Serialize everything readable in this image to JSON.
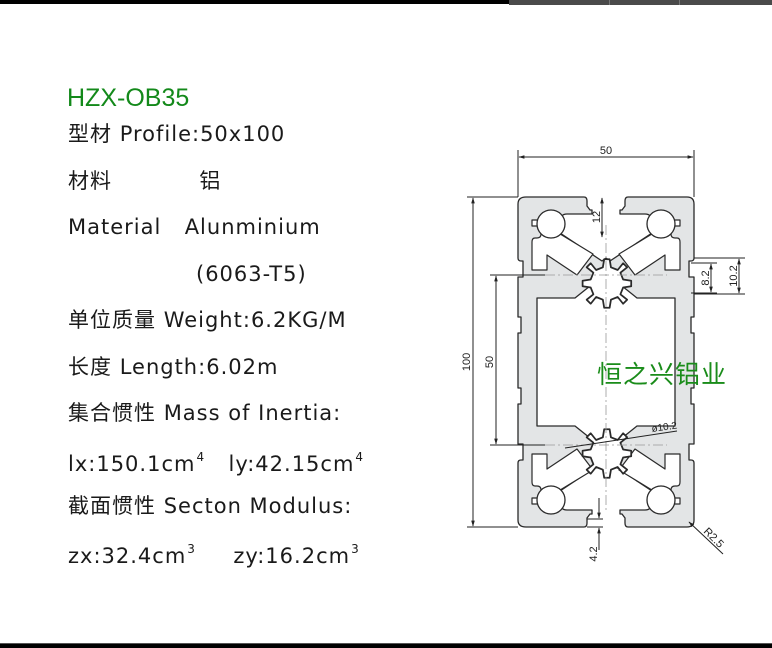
{
  "product": {
    "model": "HZX-OB35",
    "specs": [
      {
        "label_cn": "型材",
        "label_en": "Profile",
        "value": "50x100"
      },
      {
        "label_cn": "材料",
        "value_cn": "铝"
      },
      {
        "label_en": "Material",
        "value": "Alunminium",
        "grade": "(6063-T5)"
      },
      {
        "label_cn": "单位质量",
        "label_en": "Weight",
        "value": "6.2KG/M"
      },
      {
        "label_cn": "长度",
        "label_en": "Length",
        "value": "6.02m"
      },
      {
        "label_cn": "集合惯性",
        "label_en": "Mass of Inertia:"
      },
      {
        "ix": "lx:150.1cm",
        "ix_exp": "4",
        "iy": "ly:42.15cm",
        "iy_exp": "4"
      },
      {
        "label_cn": "截面惯性",
        "label_en": "Secton Modulus:"
      },
      {
        "zx": "zx:32.4cm",
        "zx_exp": "3",
        "zy": "zy:16.2cm",
        "zy_exp": "3"
      }
    ]
  },
  "drawing": {
    "dimensions": {
      "width": "50",
      "height": "100",
      "center_distance": "50",
      "slot_depth": "12",
      "slot_width_inner": "8.2",
      "slot_width_outer": "10.2",
      "core_hole": "ø10.2",
      "slot_lip": "4.2",
      "corner_radius": "R2.5"
    },
    "colors": {
      "profile_fill": "#e3e5e6",
      "outline": "#2a2a2a"
    }
  },
  "watermark": "恒之兴铝业",
  "colors": {
    "model_green": "#13891a",
    "watermark_green": "#1a8c1a"
  }
}
